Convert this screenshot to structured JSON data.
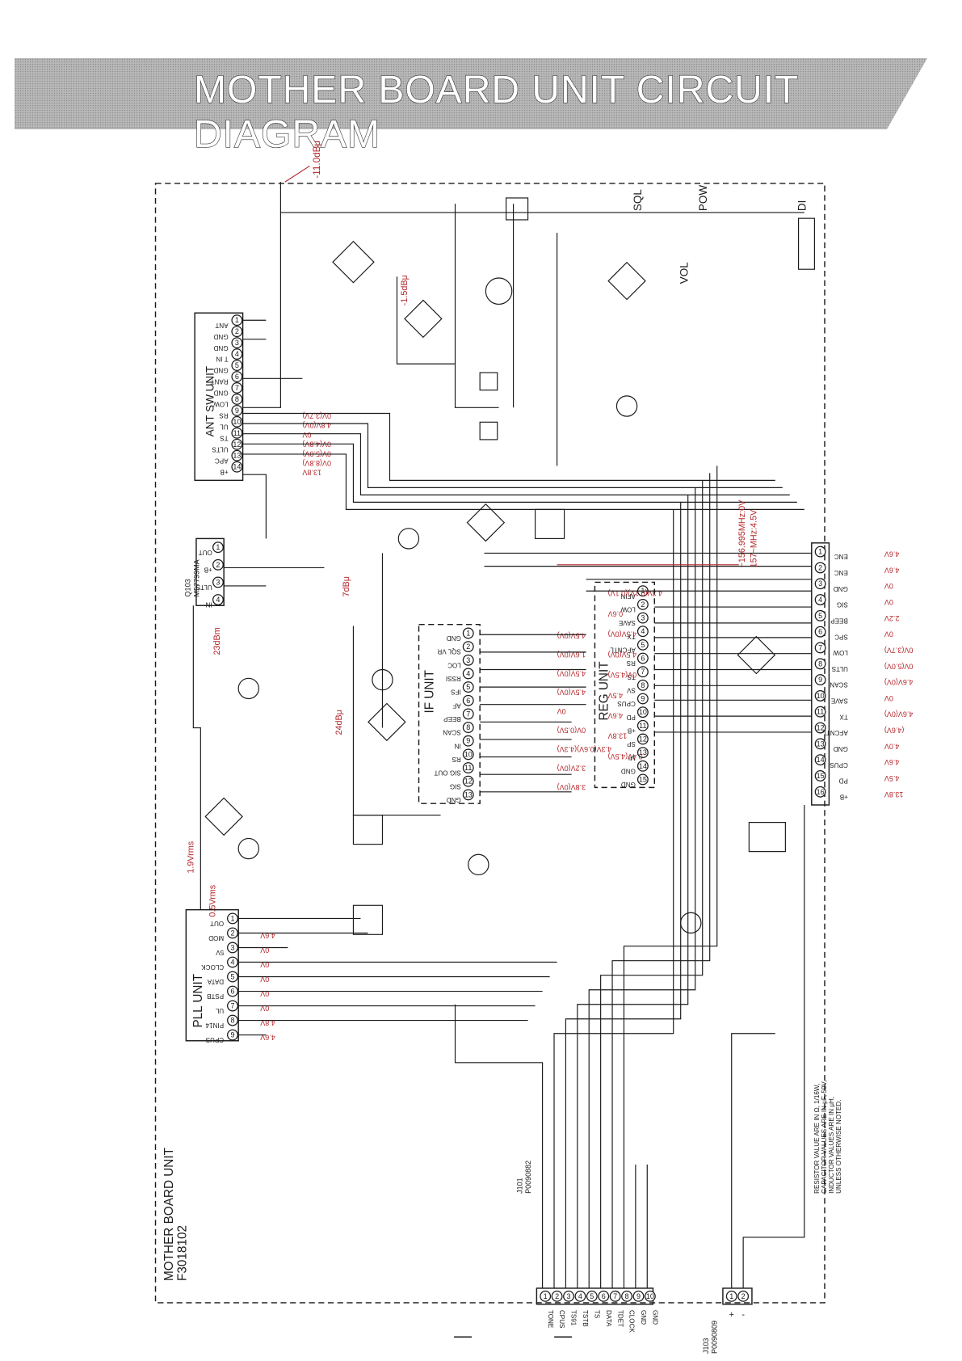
{
  "title": "MOTHER BOARD UNIT CIRCUIT DIAGRAM",
  "board_label": "MOTHER BOARD UNIT",
  "board_part": "F3018102",
  "units": {
    "ant_sw": {
      "name": "ANT SW UNIT",
      "pins": [
        "ANT",
        "GND",
        "GND",
        "T IN",
        "GND",
        "RANT",
        "GND",
        "LOW",
        "RS",
        "UL",
        "TS",
        "ULTS",
        "APC",
        "+B"
      ],
      "voltages": [
        "0V(3.7V)",
        "4.8V(0V)",
        "0V",
        "0V(4.8V)",
        "0V(5.0V)",
        "0V(8.8V)",
        "13.8V"
      ]
    },
    "if_unit": {
      "name": "IF UNIT",
      "pins": [
        "GND",
        "SQL VR",
        "LOC",
        "RSSI",
        "IFS",
        "AF",
        "BEEP",
        "SCAN",
        "IN",
        "RS",
        "SIG OUT",
        "SIG",
        "GND"
      ],
      "voltages": [
        "4.5V(0V)",
        "1.6V(0V)",
        "4.5V(0V)",
        "4.5V(0V)",
        "0V",
        "0V(0.5V)",
        "4.3V(0.6V)(4.3V)",
        "3.2V(0V)",
        "3.8V(0V)"
      ]
    },
    "reg_unit": {
      "name": "REG UNIT",
      "pins": [
        "AFIN",
        "LOW",
        "SAVE",
        "TX",
        "AFCNTL",
        "RS",
        "TS",
        "SV",
        "CPUS",
        "PD",
        "+B",
        "SP",
        "MI",
        "GND",
        "GND"
      ],
      "voltages": [
        "4.3V(0.1V)(0.1V)",
        "0.6V",
        "4.5V(0V)",
        "4.5V(0V)",
        "0V(4.5V)",
        "4.5V",
        "4.6V",
        "13.8V",
        "0.4V(4.5V)"
      ]
    },
    "pll_unit": {
      "name": "PLL UNIT",
      "pins": [
        "OUT",
        "MOD",
        "5V",
        "CLOCK",
        "DATA",
        "PSTB",
        "UL",
        "PIN14",
        "CPUS"
      ],
      "voltages": [
        "4.6V",
        "0V",
        "0V",
        "0V",
        "0V",
        "0V",
        "4.8V",
        "4.6V"
      ]
    },
    "mixer": {
      "name": "M57799MA",
      "ref": "Q103",
      "pins": [
        "OUT",
        "+B",
        "ULTS",
        "IN"
      ]
    }
  },
  "right_connector": {
    "pins": [
      "ENC",
      "ENC",
      "GND",
      "SIG",
      "BEEP",
      "SPC",
      "LOW",
      "ULTS",
      "SCAN",
      "SAVE",
      "TX",
      "AFCNTL",
      "GND",
      "CPUS",
      "PD",
      "+B"
    ],
    "voltages": [
      "4.6V",
      "4.6V",
      "0V",
      "0V",
      "2.2V",
      "0V",
      "0V(3.7V)",
      "0V(5.0V)",
      "4.6V(0V)",
      "0V",
      "4.6V(0V)",
      "(4.6V)",
      "4.0V",
      "4.6V",
      "4.5V",
      "13.8V"
    ]
  },
  "bottom_connector": {
    "ref": "J101",
    "part": "P0090882",
    "pins": [
      "TONE",
      "CPUS",
      "TS91",
      "TSTB",
      "TS",
      "DATA",
      "TDET",
      "CLOCK",
      "GND",
      "GND"
    ]
  },
  "power_connector": {
    "ref": "J103",
    "part": "P0090809",
    "pins": [
      "+",
      "-"
    ]
  },
  "annotations": {
    "tp_level": "-11.0dBμ",
    "mixer_level": "-1.5dBμ",
    "rf_level": "23dBm",
    "lo_level": "7dBμ",
    "if_level": "24dBμ",
    "freq_note_1": "~156.995MHz:0V",
    "freq_note_2": "157~MHz:4.5V",
    "rms_1": "1.9Vrms",
    "rms_2": "0.5Vrms"
  },
  "controls": {
    "sql": "SQL",
    "pow": "POW",
    "vol": "VOL",
    "di": "DI"
  },
  "notes": [
    "RESISTOR VALUE ARE IN Ω, 1/16W,",
    "CAPACITOR VALUES ARE IN μF, 50V,",
    "INDUCTOR VALUES ARE IN μH,",
    "UNLESS OTHERWISE NOTED."
  ],
  "footer": "— —"
}
